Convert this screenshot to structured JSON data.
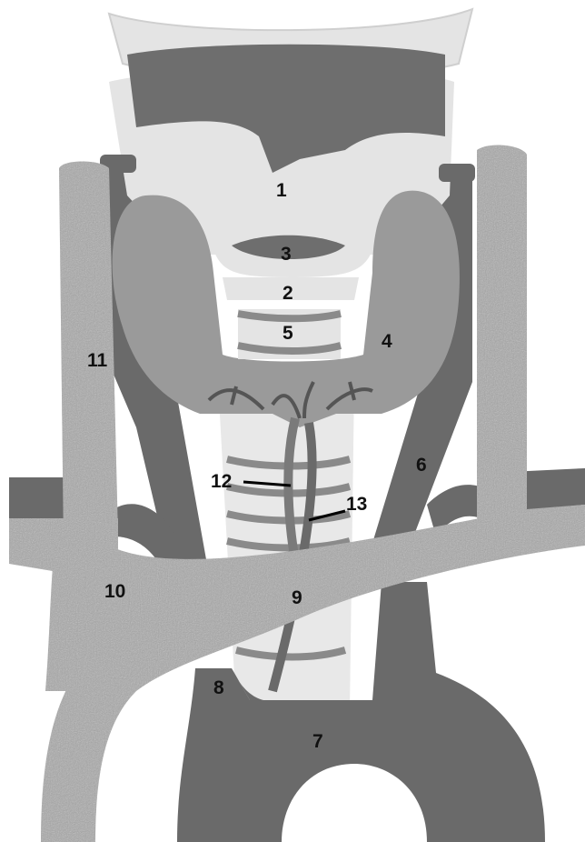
{
  "colors": {
    "cartilage": "#e4e4e4",
    "cartilage_shadow": "#cfcfcf",
    "dark_tissue": "#6e6e6e",
    "thyroid": "#9a9a9a",
    "artery": "#6a6a6a",
    "vein_speckle": "#a9a9a9",
    "label": "#111111"
  },
  "labels": {
    "l1": "1",
    "l2": "2",
    "l3": "3",
    "l4": "4",
    "l5": "5",
    "l6": "6",
    "l7": "7",
    "l8": "8",
    "l9": "9",
    "l10": "10",
    "l11": "11",
    "l12": "12",
    "l13": "13"
  }
}
